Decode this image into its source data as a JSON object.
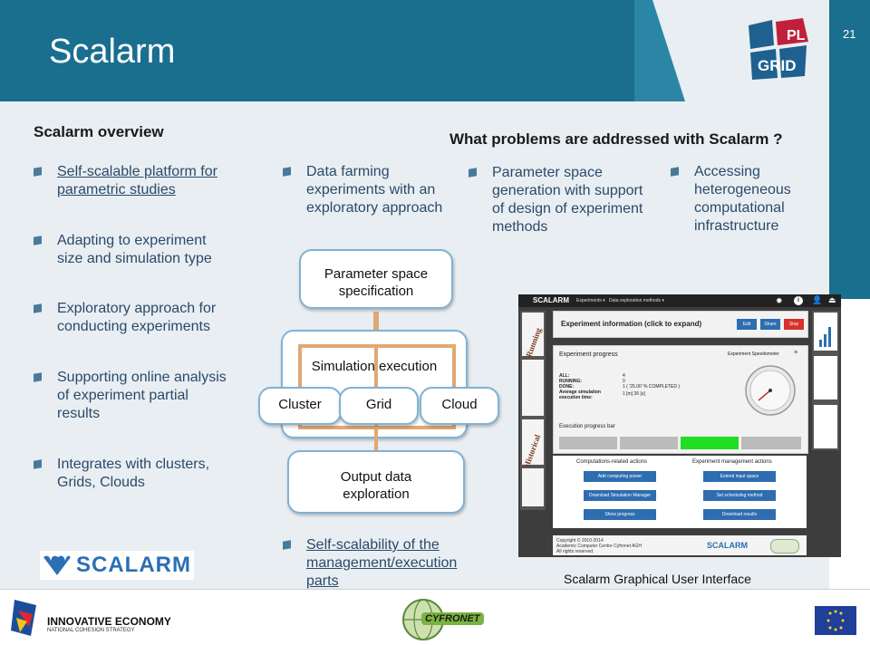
{
  "slide": {
    "title": "Scalarm",
    "page_number": "21"
  },
  "left": {
    "heading": "Scalarm overview",
    "bullets": [
      [
        "Self-scalable platform for",
        "parametric studies"
      ],
      [
        "Adapting to experiment",
        "size and simulation type"
      ],
      [
        "Exploratory approach for",
        "conducting experiments"
      ],
      [
        "Supporting online analysis",
        "of experiment partial",
        "results"
      ],
      [
        "Integrates with clusters,",
        "Grids, Clouds"
      ]
    ],
    "logo_text": "SCALARM"
  },
  "problems": {
    "heading": "What problems are addressed with Scalarm ?",
    "items": [
      [
        "Data farming",
        "experiments with an",
        "exploratory approach"
      ],
      [
        "Parameter space",
        "generation with support",
        "of design of experiment",
        "methods"
      ],
      [
        "Accessing",
        "heterogeneous",
        "computational",
        "infrastructure"
      ]
    ],
    "bottom": [
      "Self-scalability of the",
      "management/execution",
      "parts"
    ]
  },
  "diagram": {
    "box1": [
      "Parameter space",
      "specification"
    ],
    "box2": "Simulation execution",
    "cluster": "Cluster",
    "grid": "Grid",
    "cloud": "Cloud",
    "box3": [
      "Output data",
      "exploration"
    ]
  },
  "gui": {
    "brand": "SCALARM",
    "menu": [
      "Experiments ▾",
      "Data exploration methods ▾"
    ],
    "running": "Running",
    "historical": "Historical",
    "info_title": "Experiment information (click to expand)",
    "info_buttons": [
      "Edit",
      "Share",
      "Stop"
    ],
    "progress_title": "Experiment progress",
    "speedometer": "Experiment Speedometer",
    "stats": [
      [
        "ALL:",
        "4"
      ],
      [
        "RUNNING:",
        "0"
      ],
      [
        "DONE:",
        "1 ( '25.00' % COMPLETED )"
      ],
      [
        "Average simulation execution time:",
        "1 [m] 26 [s]"
      ]
    ],
    "progress_bar": "Execution progress bar",
    "comp_actions": "Computations-related actions",
    "exp_actions": "Experiment management actions",
    "comp_buttons": [
      "Add computing power",
      "Download Simulation Manager",
      "Show progress"
    ],
    "exp_buttons": [
      "Extend input space",
      "Set scheduling method",
      "Download results"
    ],
    "footer_text": [
      "Copyright © 2010-2014",
      "Academic Computer Centre Cyfronet AGH",
      "All rights reserved."
    ],
    "footer_brand": "SCALARM",
    "caption": "Scalarm Graphical User Interface"
  },
  "footer": {
    "innovative": "INNOVATIVE ECONOMY",
    "innovative_sub": "NATIONAL COHESION STRATEGY",
    "cyfronet": "CYFRONET"
  }
}
